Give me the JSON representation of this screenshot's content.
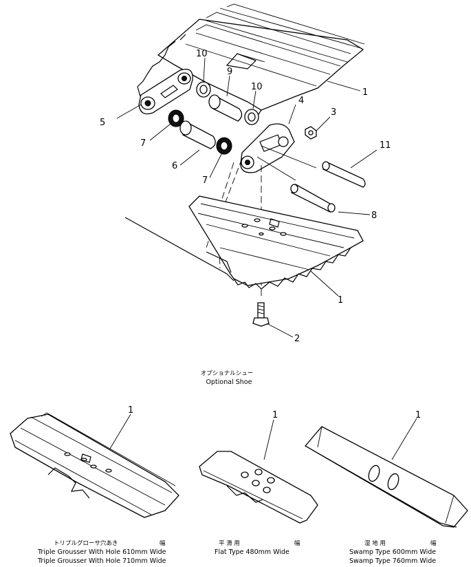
{
  "callouts": {
    "c1_top": "1",
    "c1_lower": "1",
    "c2": "2",
    "c3": "3",
    "c4": "4",
    "c5": "5",
    "c6": "6",
    "c7_left": "7",
    "c7_right": "7",
    "c8": "8",
    "c9": "9",
    "c10_left": "10",
    "c10_right": "10",
    "c11": "11",
    "opt_left": "1",
    "opt_mid": "1",
    "opt_right": "1"
  },
  "optional": {
    "title_jp": "オプショナルシュー",
    "title_en": "Optional Shoe"
  },
  "captions": {
    "left": {
      "jp": "トリプルグローサ穴あき",
      "jp_width": "幅",
      "line1": "Triple Grousser With Hole 610mm  Wide",
      "line2": "Triple Grousser With Hole 710mm  Wide"
    },
    "middle": {
      "jp": "平 滑 用",
      "jp_width": "幅",
      "line1": "Flat Type 480mm  Wide"
    },
    "right": {
      "jp": "湿 地 用",
      "jp_width": "幅",
      "line1": "Swamp  Type  600mm  Wide",
      "line2": "Swamp  Type  760mm  Wide"
    }
  }
}
